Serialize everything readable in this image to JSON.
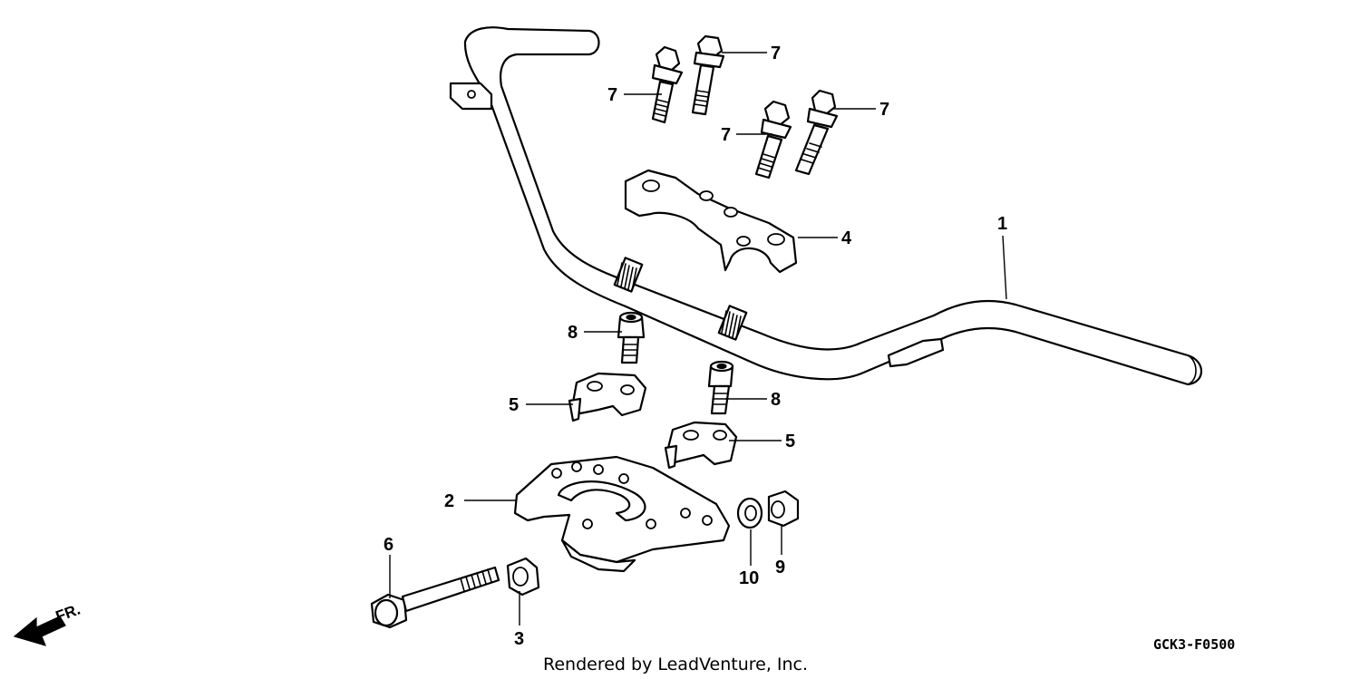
{
  "diagram": {
    "drawing_code": "GCK3-F0500",
    "credit": "Rendered by LeadVenture, Inc.",
    "front_indicator": "FR.",
    "callouts": {
      "handlebar": "1",
      "holder_plate": "2",
      "collar": "3",
      "upper_holder": "4",
      "lower_holder_left": "5",
      "lower_holder_right": "5",
      "long_bolt": "6",
      "bolt_a": "7",
      "bolt_b": "7",
      "bolt_c": "7",
      "bolt_d": "7",
      "socket_bolt_left": "8",
      "socket_bolt_right": "8",
      "nut": "9",
      "washer": "10"
    }
  }
}
